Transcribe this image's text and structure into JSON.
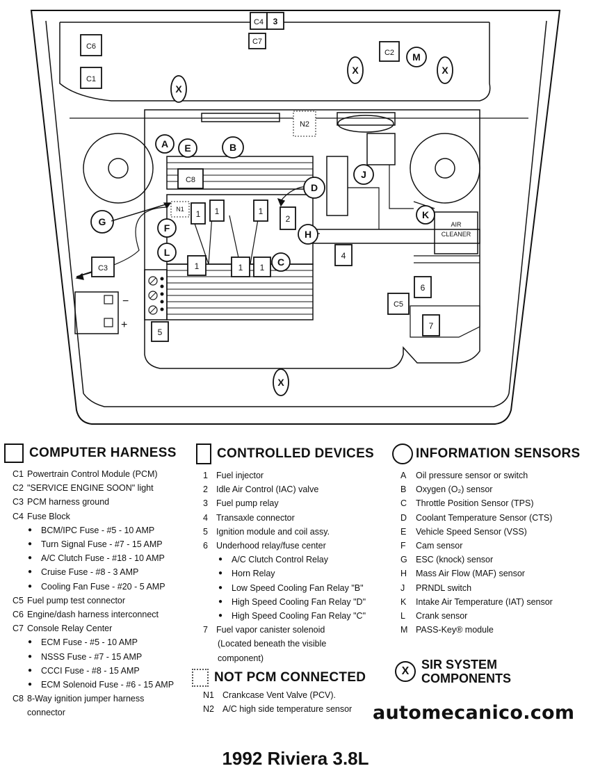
{
  "diagram": {
    "computer_harness_markers": {
      "c1": "C1",
      "c2": "C2",
      "c3": "C3",
      "c4": "C4",
      "c5": "C5",
      "c6": "C6",
      "c7": "C7",
      "c8": "C8"
    },
    "controlled_device_markers": {
      "d1": "1",
      "d2": "2",
      "d3": "3",
      "d4": "4",
      "d5": "5",
      "d6": "6",
      "d7": "7"
    },
    "sensor_markers": {
      "a": "A",
      "b": "B",
      "c": "C",
      "d": "D",
      "e": "E",
      "f": "F",
      "g": "G",
      "h": "H",
      "j": "J",
      "k": "K",
      "l": "L",
      "m": "M"
    },
    "sir_marker": "X",
    "not_pcm_markers": {
      "n1": "N1",
      "n2": "N2"
    },
    "air_cleaner_line1": "AIR",
    "air_cleaner_line2": "CLEANER",
    "battery_minus": "−",
    "battery_plus": "+"
  },
  "legend": {
    "computer_harness": {
      "title": "COMPUTER HARNESS",
      "items": [
        {
          "code": "C1",
          "text": "Powertrain Control Module (PCM)"
        },
        {
          "code": "C2",
          "text": "\"SERVICE ENGINE SOON\" light"
        },
        {
          "code": "C3",
          "text": "PCM harness ground"
        },
        {
          "code": "C4",
          "text": "Fuse Block"
        },
        {
          "sub": "BCM/IPC Fuse - #5 - 10 AMP"
        },
        {
          "sub": "Turn Signal Fuse - #7 - 15 AMP"
        },
        {
          "sub": "A/C Clutch Fuse - #18 - 10 AMP"
        },
        {
          "sub": "Cruise Fuse - #8 - 3 AMP"
        },
        {
          "sub": "Cooling Fan Fuse - #20 - 5 AMP"
        },
        {
          "code": "C5",
          "text": "Fuel pump test connector"
        },
        {
          "code": "C6",
          "text": "Engine/dash harness interconnect"
        },
        {
          "code": "C7",
          "text": "Console Relay Center"
        },
        {
          "sub": "ECM Fuse - #5 - 10 AMP"
        },
        {
          "sub": "NSSS Fuse - #7 - 15 AMP"
        },
        {
          "sub": "CCCI Fuse - #8 - 15 AMP"
        },
        {
          "sub": "ECM Solenoid Fuse - #6 - 15 AMP"
        },
        {
          "code": "C8",
          "text": "8-Way ignition jumper harness"
        },
        {
          "cont": "connector"
        }
      ]
    },
    "controlled_devices": {
      "title": "CONTROLLED DEVICES",
      "items": [
        {
          "code": "1",
          "text": "Fuel injector"
        },
        {
          "code": "2",
          "text": "Idle Air Control (IAC) valve"
        },
        {
          "code": "3",
          "text": "Fuel pump relay"
        },
        {
          "code": "4",
          "text": "Transaxle connector"
        },
        {
          "code": "5",
          "text": "Ignition module and coil assy."
        },
        {
          "code": "6",
          "text": "Underhood relay/fuse center"
        },
        {
          "sub": "A/C Clutch Control Relay"
        },
        {
          "sub": "Horn Relay"
        },
        {
          "sub": "Low Speed Cooling Fan Relay \"B\""
        },
        {
          "sub": "High Speed Cooling Fan Relay \"D\""
        },
        {
          "sub": "High Speed Cooling Fan Relay \"C\""
        },
        {
          "code": "7",
          "text": "Fuel vapor canister solenoid"
        },
        {
          "cont": "(Located beneath the visible"
        },
        {
          "cont": "component)"
        }
      ]
    },
    "not_pcm": {
      "title": "NOT PCM CONNECTED",
      "items": [
        {
          "code": "N1",
          "text": "Crankcase Vent Valve (PCV)."
        },
        {
          "code": "N2",
          "text": "A/C high side temperature sensor"
        }
      ]
    },
    "information_sensors": {
      "title": "INFORMATION SENSORS",
      "items": [
        {
          "code": "A",
          "text": "Oil pressure sensor or switch"
        },
        {
          "code": "B",
          "text": "Oxygen (O₂) sensor"
        },
        {
          "code": "C",
          "text": "Throttle Position Sensor (TPS)"
        },
        {
          "code": "D",
          "text": "Coolant Temperature Sensor (CTS)"
        },
        {
          "code": "E",
          "text": "Vehicle Speed Sensor (VSS)"
        },
        {
          "code": "F",
          "text": "Cam sensor"
        },
        {
          "code": "G",
          "text": "ESC (knock) sensor"
        },
        {
          "code": "H",
          "text": "Mass Air Flow (MAF) sensor"
        },
        {
          "code": "J",
          "text": "PRNDL switch"
        },
        {
          "code": "K",
          "text": "Intake Air Temperature (IAT) sensor"
        },
        {
          "code": "L",
          "text": "Crank sensor"
        },
        {
          "code": "M",
          "text": "PASS-Key® module"
        }
      ]
    },
    "sir": {
      "symbol": "X",
      "line1": "SIR SYSTEM",
      "line2": "COMPONENTS"
    }
  },
  "watermark": "automecanico.com",
  "title": "1992 Riviera 3.8L"
}
